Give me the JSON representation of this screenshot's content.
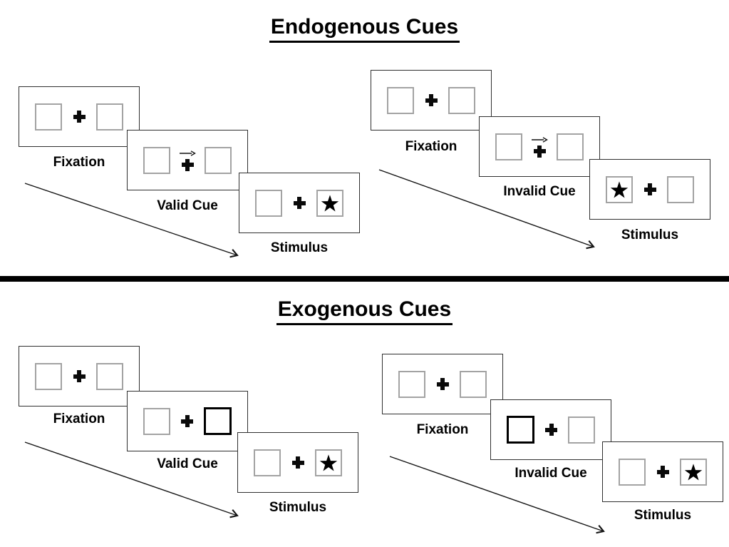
{
  "colors": {
    "ink": "#000000",
    "panel_border": "#2f2f2f",
    "box_border": "#a3a3a3",
    "highlight_box_border": "#000000",
    "divider": "#000000",
    "background": "#ffffff"
  },
  "endogenous": {
    "title": "Endogenous Cues",
    "valid": {
      "fixation_label": "Fixation",
      "cue_label": "Valid Cue",
      "stimulus_label": "Stimulus",
      "cue_symbol": "right-arrow-above-central-cross",
      "target_side": "right"
    },
    "invalid": {
      "fixation_label": "Fixation",
      "cue_label": "Invalid Cue",
      "stimulus_label": "Stimulus",
      "cue_symbol": "right-arrow-above-central-cross",
      "target_side": "left"
    }
  },
  "exogenous": {
    "title": "Exogenous Cues",
    "valid": {
      "fixation_label": "Fixation",
      "cue_label": "Valid Cue",
      "stimulus_label": "Stimulus",
      "cue_symbol": "right-box-thick-highlight",
      "target_side": "right"
    },
    "invalid": {
      "fixation_label": "Fixation",
      "cue_label": "Invalid Cue",
      "stimulus_label": "Stimulus",
      "cue_symbol": "left-box-thick-highlight",
      "target_side": "right"
    }
  }
}
